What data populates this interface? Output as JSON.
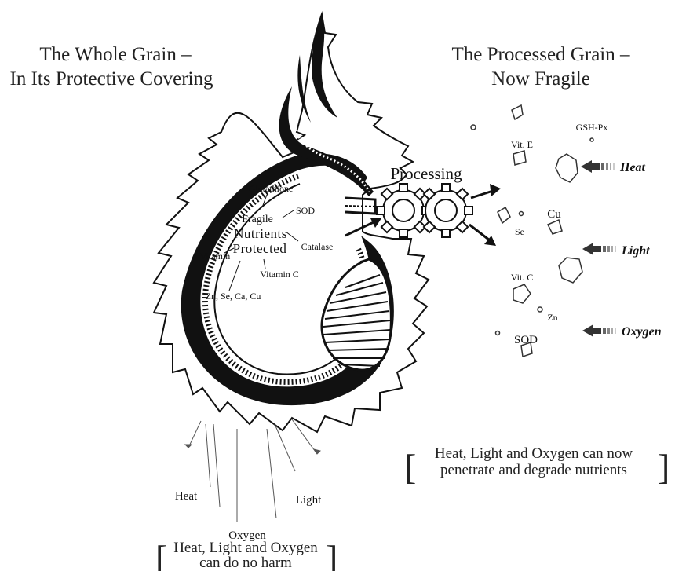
{
  "headings": {
    "whole_line1": "The Whole Grain –",
    "whole_line2": "In Its Protective Covering",
    "processed_line1": "The Processed Grain –",
    "processed_line2": "Now Fragile"
  },
  "inside_grain": {
    "glutathione": "Glutathione",
    "fragile": "Fragile",
    "sod": "SOD",
    "nutrients": "Nutrients",
    "catalase": "Catalase",
    "protected": "Protected",
    "vitamin": "Vitamin",
    "vitamin_c": "Vitamin C",
    "minerals": "Zn, Se, Ca, Cu"
  },
  "outside_grain": {
    "heat": "Heat",
    "light": "Light",
    "oxygen": "Oxygen"
  },
  "caption_left": {
    "line1": "Heat, Light and Oxygen",
    "line2": "can do no harm"
  },
  "processing": {
    "label": "Processing"
  },
  "fragments": {
    "vit_e": "Vit. E",
    "gsh_px": "GSH-Px",
    "cu": "Cu",
    "se": "Se",
    "vit_c": "Vit. C",
    "zn": "Zn",
    "sod": "SOD"
  },
  "threats": {
    "heat": "Heat",
    "light": "Light",
    "oxygen": "Oxygen"
  },
  "caption_right": {
    "line1": "Heat, Light and Oxygen can now",
    "line2": "penetrate and degrade nutrients"
  },
  "brackets": {
    "open": "[",
    "close": "]"
  }
}
